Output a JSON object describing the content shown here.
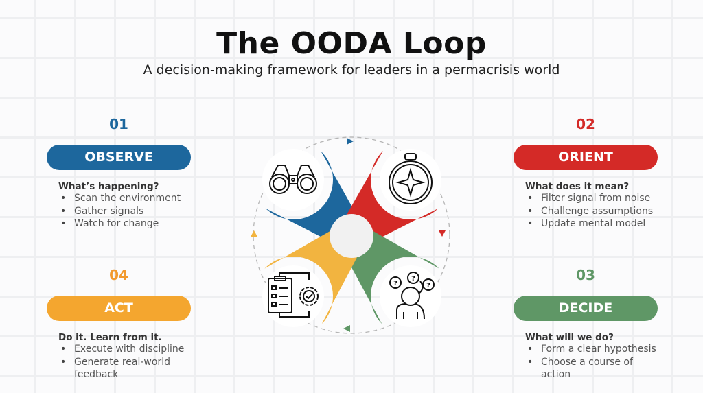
{
  "title": "The OODA Loop",
  "subtitle": "A decision-making framework for leaders in a permacrisis world",
  "colors": {
    "observe": "#1d679d",
    "orient": "#d42a27",
    "decide": "#5f9766",
    "act": "#f2b440"
  },
  "steps": [
    {
      "number": "01",
      "label": "OBSERVE",
      "heading": "What’s happening?",
      "bullets": [
        "Scan the environment",
        "Gather signals",
        "Watch for change"
      ],
      "icon": "binoculars-icon"
    },
    {
      "number": "02",
      "label": "ORIENT",
      "heading": "What does it mean?",
      "bullets": [
        "Filter signal from noise",
        "Challenge assumptions",
        "Update mental model"
      ],
      "icon": "compass-icon"
    },
    {
      "number": "03",
      "label": "DECIDE",
      "heading": "What will we do?",
      "bullets": [
        "Form a clear hypothesis",
        "Choose a course of action"
      ],
      "icon": "thinking-person-icon"
    },
    {
      "number": "04",
      "label": "ACT",
      "heading": "Do it. Learn from it.",
      "bullets": [
        "Execute with discipline",
        "Generate real-world feedback"
      ],
      "icon": "checklist-gear-icon"
    }
  ]
}
